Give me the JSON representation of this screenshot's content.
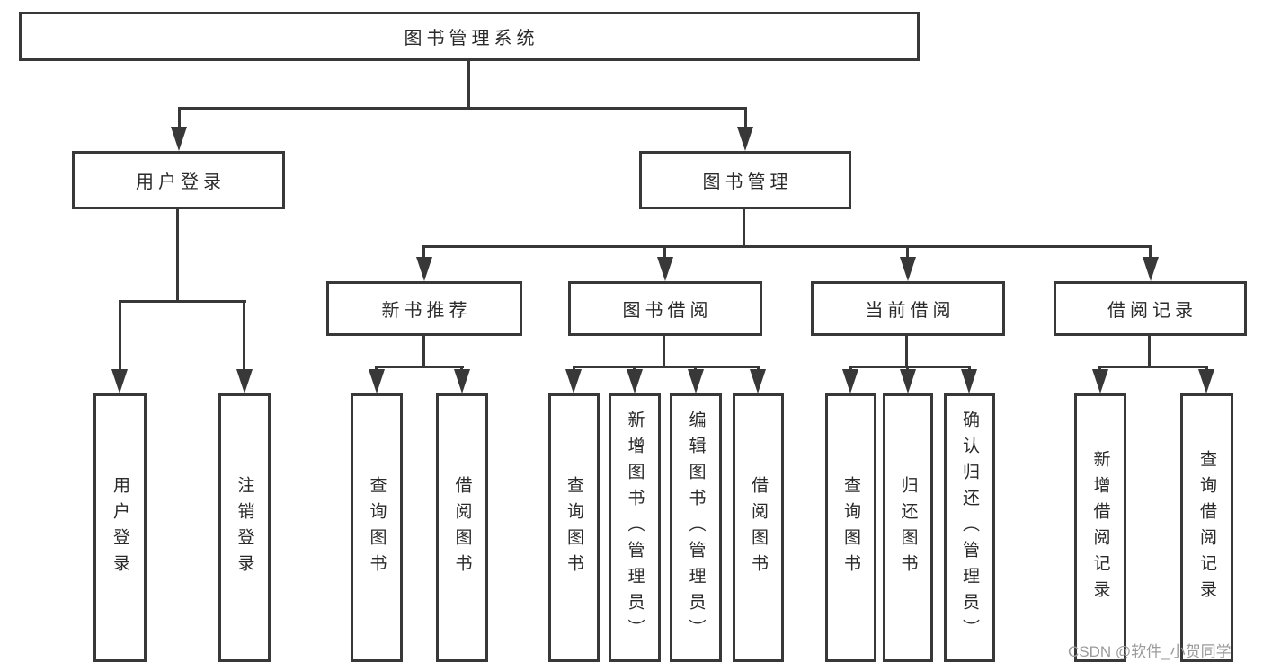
{
  "diagram_type": "hierarchy-tree",
  "tree": {
    "root": {
      "label": "图书管理系统",
      "children": [
        {
          "label": "用户登录",
          "children": [
            {
              "label": "用户登录"
            },
            {
              "label": "注销登录"
            }
          ]
        },
        {
          "label": "图书管理",
          "children": [
            {
              "label": "新书推荐",
              "children": [
                {
                  "label": "查询图书"
                },
                {
                  "label": "借阅图书"
                }
              ]
            },
            {
              "label": "图书借阅",
              "children": [
                {
                  "label": "查询图书"
                },
                {
                  "label": "新增图书（管理员）"
                },
                {
                  "label": "编辑图书（管理员）"
                },
                {
                  "label": "借阅图书"
                }
              ]
            },
            {
              "label": "当前借阅",
              "children": [
                {
                  "label": "查询图书"
                },
                {
                  "label": "归还图书"
                },
                {
                  "label": "确认归还（管理员）"
                }
              ]
            },
            {
              "label": "借阅记录",
              "children": [
                {
                  "label": "新增借阅记录"
                },
                {
                  "label": "查询借阅记录"
                }
              ]
            }
          ]
        }
      ]
    }
  },
  "watermark": {
    "text": "CSDN @软件_小贺同学"
  },
  "colors": {
    "line": "#383838",
    "box_border": "#383838",
    "box_fill": "#ffffff",
    "text": "#2a2a2a",
    "watermark_text": "#9b9b9b",
    "background": "#ffffff"
  }
}
